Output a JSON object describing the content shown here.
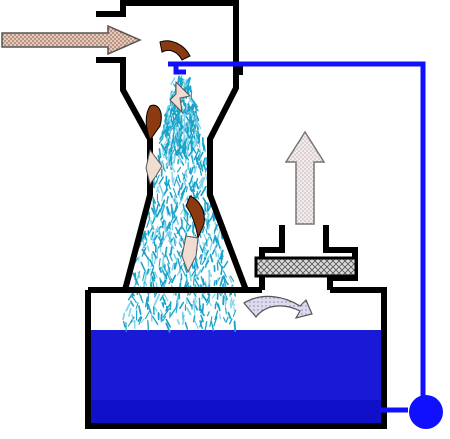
{
  "diagram": {
    "kind": "venturi-scrubber-schematic",
    "colors": {
      "outline": "#000000",
      "liquid": "#1a1ad6",
      "liquid_dark": "#0000b0",
      "pipe": "#1010ff",
      "pump": "#1010ff",
      "spray": "#19a3c9",
      "spray_light": "#7fd3ea",
      "particle": "#8b3a12",
      "inlet_arrow_fill": "#e8c8b8",
      "outlet_arrow_fill": "#f4ecec",
      "separator_fill": "#dcdcec",
      "filter_fill": "#d9d9d9",
      "background": "#ffffff"
    },
    "components": [
      "gas-inlet-arrow",
      "venturi-throat",
      "spray-nozzle",
      "liquid-spray",
      "dust-particles",
      "separator-tank",
      "liquid-pool",
      "demister-filter",
      "clean-gas-outlet-arrow",
      "recirculation-pipe",
      "pump"
    ]
  }
}
